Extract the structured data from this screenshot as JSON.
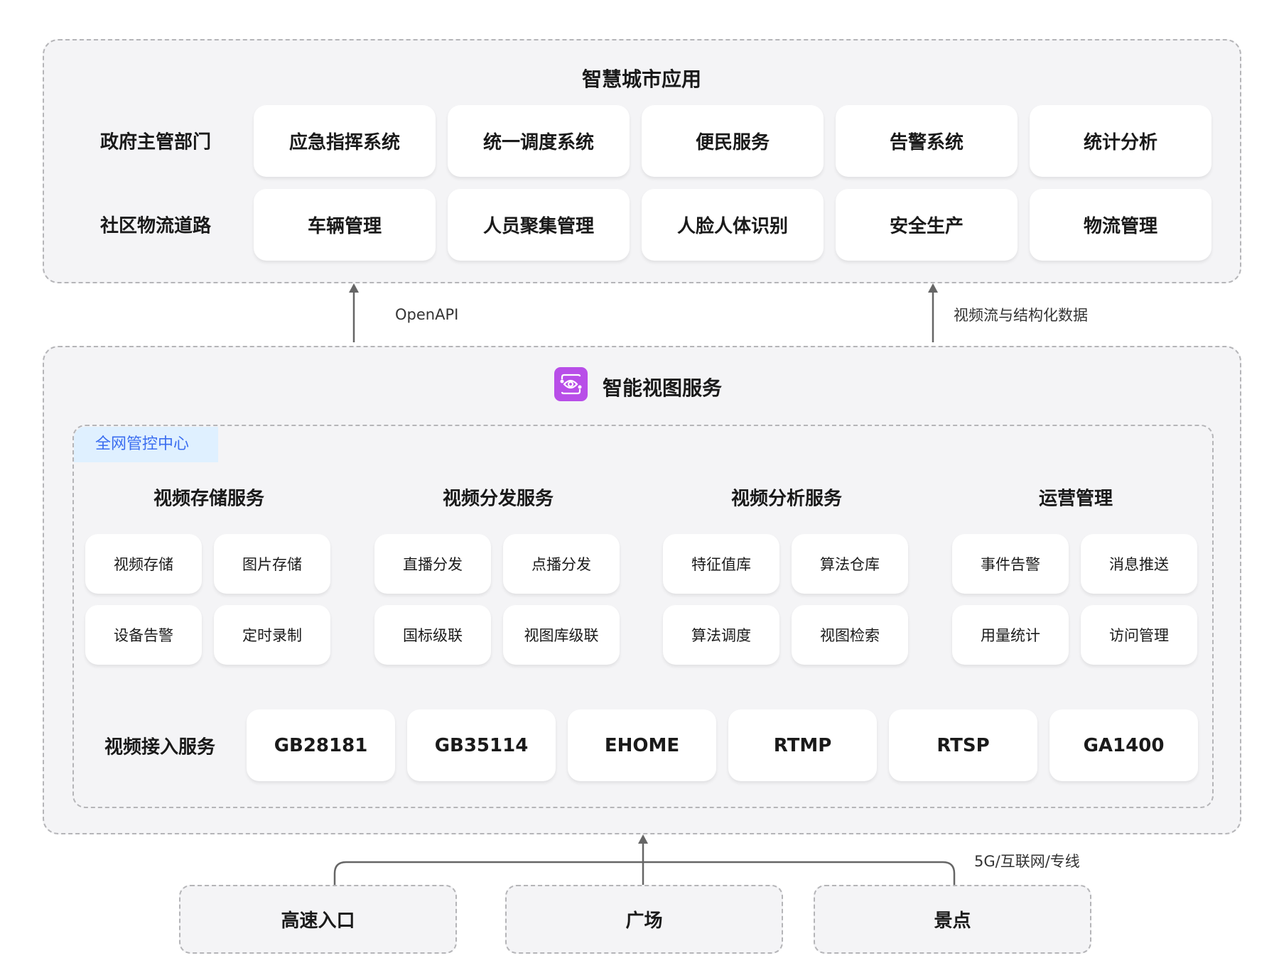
{
  "top": {
    "title": "智慧城市应用",
    "rows": [
      {
        "label": "政府主管部门",
        "items": [
          "应急指挥系统",
          "统一调度系统",
          "便民服务",
          "告警系统",
          "统计分析"
        ]
      },
      {
        "label": "社区物流道路",
        "items": [
          "车辆管理",
          "人员聚集管理",
          "人脸人体识别",
          "安全生产",
          "物流管理"
        ]
      }
    ]
  },
  "links": {
    "left": "OpenAPI",
    "right": "视频流与结构化数据",
    "bottom": "5G/互联网/专线"
  },
  "service": {
    "title": "智能视图服务",
    "icon": "eye-scan-icon",
    "icon_color": "#b84ee8",
    "center_tag": "全网管控中心",
    "tag_color": "#3a6df0",
    "groups": [
      {
        "title": "视频存储服务",
        "items": [
          "视频存储",
          "图片存储",
          "设备告警",
          "定时录制"
        ]
      },
      {
        "title": "视频分发服务",
        "items": [
          "直播分发",
          "点播分发",
          "国标级联",
          "视图库级联"
        ]
      },
      {
        "title": "视频分析服务",
        "items": [
          "特征值库",
          "算法仓库",
          "算法调度",
          "视图检索"
        ]
      },
      {
        "title": "运营管理",
        "items": [
          "事件告警",
          "消息推送",
          "用量统计",
          "访问管理"
        ]
      }
    ],
    "access": {
      "label": "视频接入服务",
      "protocols": [
        "GB28181",
        "GB35114",
        "EHOME",
        "RTMP",
        "RTSP",
        "GA1400"
      ]
    }
  },
  "sources": [
    "高速入口",
    "广场",
    "景点"
  ]
}
